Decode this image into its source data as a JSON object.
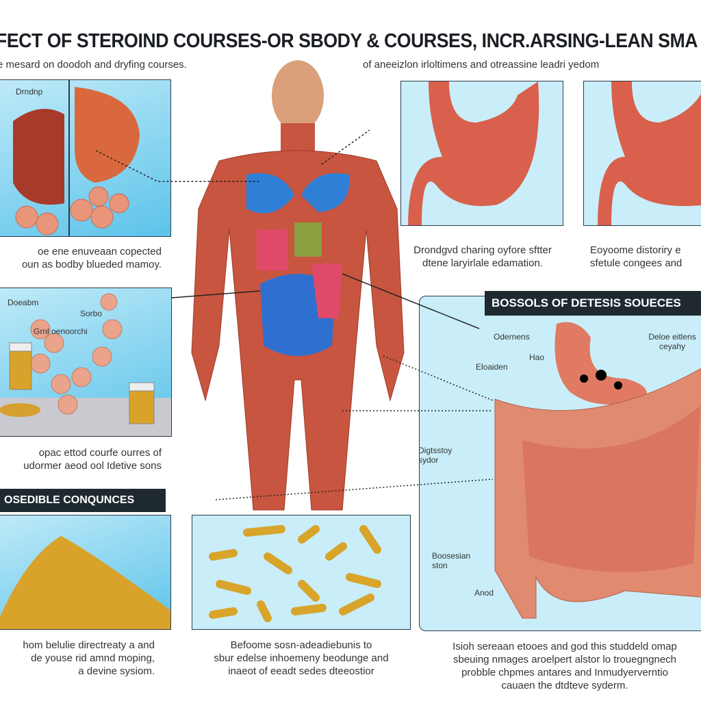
{
  "title": "FECT  OF   STEROIND COURSES-OR SBODY & COURSES, INCR.ARSING-LEAN SMA",
  "subtitle_left": "e mesard on doodoh and dryfing courses.",
  "subtitle_right": "of aneeizlon irloltimens and otreassine leadri yedom",
  "panel_liver": {
    "label": "Drndnp"
  },
  "caption_liver": [
    "oe ene enuveaan copected",
    "oun as bodby blueded mamoy."
  ],
  "panel_vials": {
    "labels": [
      "Doeabm",
      "Sorbo",
      "Grnl oenoorchi"
    ]
  },
  "caption_vials": [
    "opac ettod courfe ourres of",
    "udormer aeod ool Idetive sons"
  ],
  "caption_stomach_1": [
    "Drondgvd charing oyfore sftter",
    "dtene laryirlale edamation."
  ],
  "caption_stomach_2": [
    "Eoyoome distoriry e",
    "sfetule congees and"
  ],
  "consequences_banner": "OSEDIBLE CONQUNCES",
  "digestive_panel": {
    "banner": "BOSSOLS OF DETESIS SOUECES",
    "labels": [
      "Odernens",
      "Deloe eitlens ceyahy",
      "Hao",
      "Eloaiden",
      "Digtsstoy sydor",
      "Boosesian ston",
      "Anod"
    ]
  },
  "caption_powder": [
    "hom belulie directreaty a and",
    "de youse rid amnd moping,",
    "a devine sysiom."
  ],
  "caption_pieces": [
    "Befoome sosn-adeadiebunis to",
    "sbur edelse inhoemeny beodunge and",
    "inaeot of eeadt sedes dteeostior"
  ],
  "caption_digestive": [
    "Isioh sereaan etooes and god this studdeld omap",
    "sbeuing nmages aroelpert alstor lo trouegngnech",
    "probble chpmes antares and Inmudyerverntio",
    "cauaen the dtdteve syderm."
  ],
  "colors": {
    "muscle": "#c8553f",
    "panel_blue": "#5cc3ea",
    "organ_blue": "#2f7fd6",
    "banner": "#1e2a30",
    "intestine": "#e08a6f"
  }
}
